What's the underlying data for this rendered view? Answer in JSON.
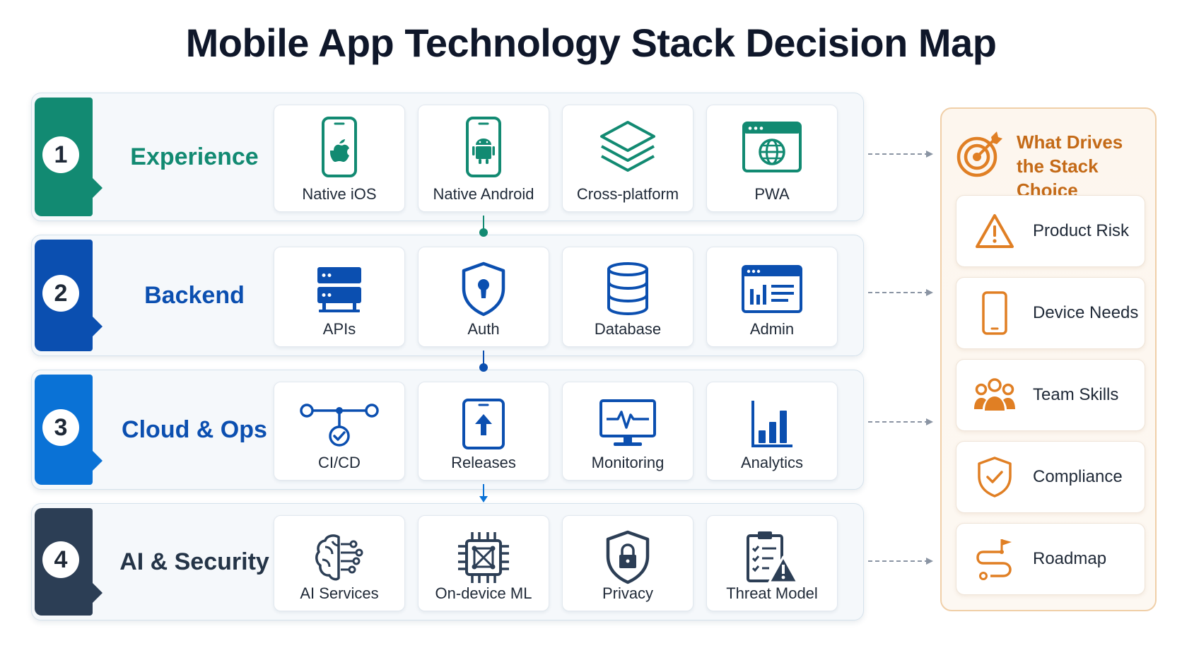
{
  "title": "Mobile App Technology Stack Decision Map",
  "colors": {
    "experience": "#128a72",
    "backend": "#0b4fb0",
    "cloud": "#0a72d6",
    "ai": "#2c3e55",
    "drivers_accent": "#e07f24"
  },
  "rows": [
    {
      "number": "1",
      "title": "Experience",
      "items": [
        {
          "label": "Native iOS",
          "icon": "apple-phone-icon"
        },
        {
          "label": "Native Android",
          "icon": "android-phone-icon"
        },
        {
          "label": "Cross-platform",
          "icon": "layers-icon"
        },
        {
          "label": "PWA",
          "icon": "browser-globe-icon"
        }
      ]
    },
    {
      "number": "2",
      "title": "Backend",
      "items": [
        {
          "label": "APIs",
          "icon": "server-icon"
        },
        {
          "label": "Auth",
          "icon": "shield-keyhole-icon"
        },
        {
          "label": "Database",
          "icon": "database-icon"
        },
        {
          "label": "Admin",
          "icon": "dashboard-icon"
        }
      ]
    },
    {
      "number": "3",
      "title": "Cloud & Ops",
      "items": [
        {
          "label": "CI/CD",
          "icon": "pipeline-icon"
        },
        {
          "label": "Releases",
          "icon": "upload-icon"
        },
        {
          "label": "Monitoring",
          "icon": "monitor-pulse-icon"
        },
        {
          "label": "Analytics",
          "icon": "bar-chart-icon"
        }
      ]
    },
    {
      "number": "4",
      "title": "AI & Security",
      "items": [
        {
          "label": "AI Services",
          "icon": "brain-icon"
        },
        {
          "label": "On-device ML",
          "icon": "chip-icon"
        },
        {
          "label": "Privacy",
          "icon": "shield-lock-icon"
        },
        {
          "label": "Threat Model",
          "icon": "clipboard-warning-icon"
        }
      ]
    }
  ],
  "drivers": {
    "title_line1": "What Drives",
    "title_line2": "the Stack Choice",
    "items": [
      {
        "label": "Product Risk",
        "icon": "warning-icon"
      },
      {
        "label": "Device Needs",
        "icon": "phone-icon"
      },
      {
        "label": "Team Skills",
        "icon": "team-icon"
      },
      {
        "label": "Compliance",
        "icon": "shield-check-icon"
      },
      {
        "label": "Roadmap",
        "icon": "roadmap-icon"
      }
    ]
  }
}
